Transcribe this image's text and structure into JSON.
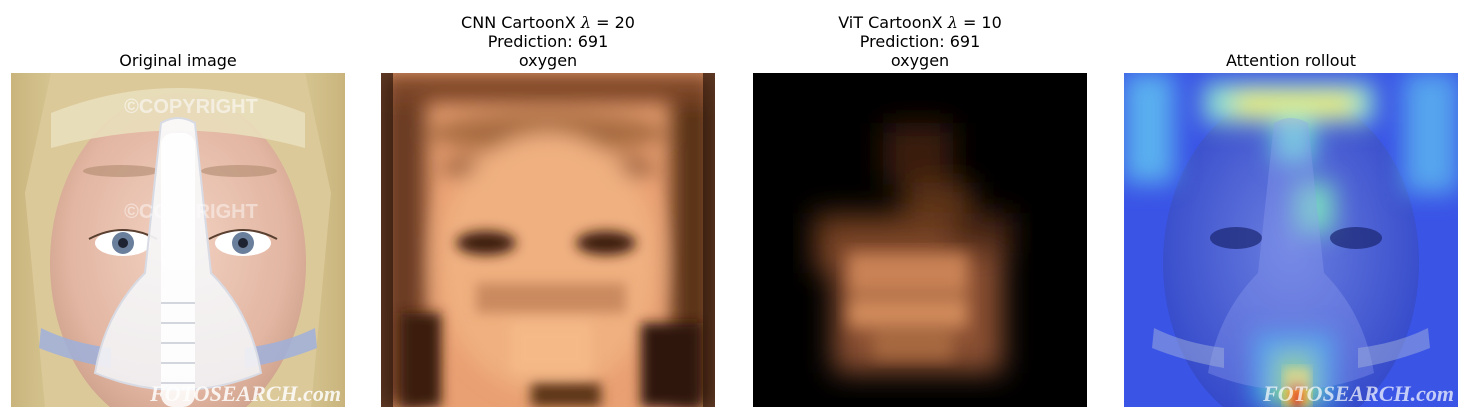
{
  "panels": [
    {
      "title_lines": [
        "Original image"
      ],
      "description": "Original image",
      "watermarks": [
        "©COPYRIGHT",
        "FOTOSEARCH.com"
      ]
    },
    {
      "title_prefix": "CNN CartoonX",
      "lambda_symbol": "λ",
      "lambda_eq": "= 20",
      "title_lines": [
        "Prediction: 691",
        "oxygen"
      ]
    },
    {
      "title_prefix": "ViT CartoonX",
      "lambda_symbol": "λ",
      "lambda_eq": "= 10",
      "title_lines": [
        "Prediction: 691",
        "oxygen"
      ]
    },
    {
      "title_lines": [
        "Attention rollout"
      ],
      "watermarks": [
        "FOTOSEARCH.com"
      ]
    }
  ],
  "colors": {
    "copper_light": "#f0b07a",
    "copper_dark": "#3a1e0f",
    "jet_blue": "#3850e8",
    "jet_yellow": "#f4f060",
    "jet_red": "#e0302a"
  }
}
